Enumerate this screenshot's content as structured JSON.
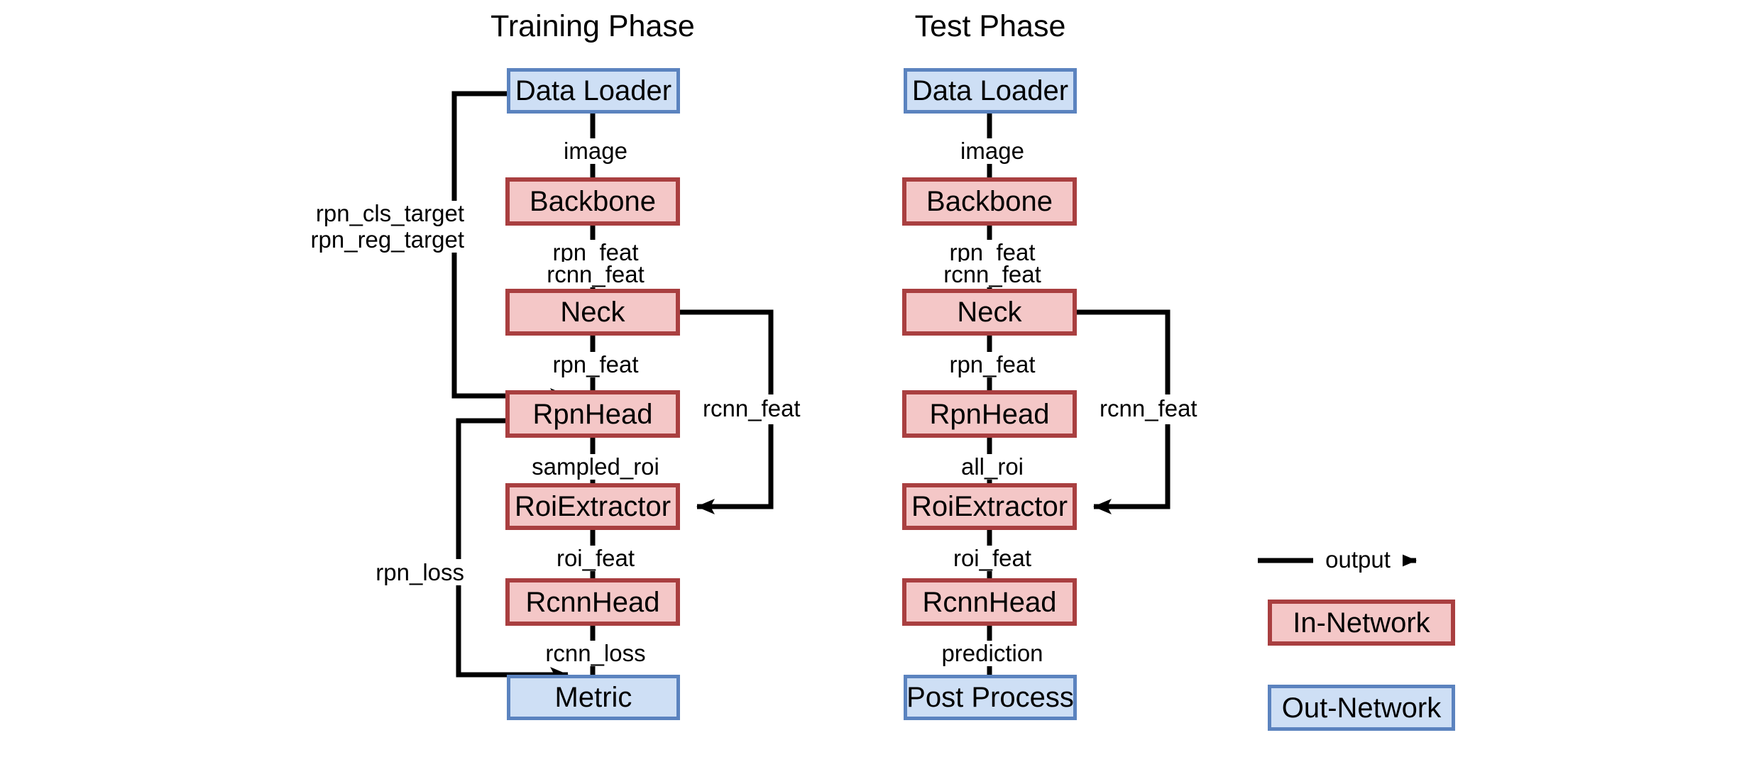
{
  "diagram": {
    "title_training": "Training Phase",
    "title_test": "Test Phase",
    "colors": {
      "in_network_fill": "#f4c7c7",
      "in_network_border": "#a93f40",
      "out_network_fill": "#cedff5",
      "out_network_border": "#5b83bf",
      "line": "#000000",
      "text": "#000000"
    }
  },
  "training": {
    "nodes": [
      {
        "id": "data-loader",
        "label": "Data Loader",
        "kind": "out-network"
      },
      {
        "id": "backbone",
        "label": "Backbone",
        "kind": "in-network"
      },
      {
        "id": "neck",
        "label": "Neck",
        "kind": "in-network"
      },
      {
        "id": "rpn-head",
        "label": "RpnHead",
        "kind": "in-network"
      },
      {
        "id": "roi-extractor",
        "label": "RoiExtractor",
        "kind": "in-network"
      },
      {
        "id": "rcnn-head",
        "label": "RcnnHead",
        "kind": "in-network"
      },
      {
        "id": "metric",
        "label": "Metric",
        "kind": "out-network"
      }
    ],
    "edge_labels": {
      "image": "image",
      "rpn_feat_top": "rpn_feat",
      "rcnn_feat_top": "rcnn_feat",
      "rpn_feat_mid": "rpn_feat",
      "sampled_roi": "sampled_roi",
      "roi_feat": "roi_feat",
      "rcnn_loss": "rcnn_loss",
      "rcnn_feat_side": "rcnn_feat",
      "rpn_cls_target": "rpn_cls_target",
      "rpn_reg_target": "rpn_reg_target",
      "rpn_loss": "rpn_loss"
    }
  },
  "test": {
    "nodes": [
      {
        "id": "data-loader",
        "label": "Data Loader",
        "kind": "out-network"
      },
      {
        "id": "backbone",
        "label": "Backbone",
        "kind": "in-network"
      },
      {
        "id": "neck",
        "label": "Neck",
        "kind": "in-network"
      },
      {
        "id": "rpn-head",
        "label": "RpnHead",
        "kind": "in-network"
      },
      {
        "id": "roi-extractor",
        "label": "RoiExtractor",
        "kind": "in-network"
      },
      {
        "id": "rcnn-head",
        "label": "RcnnHead",
        "kind": "in-network"
      },
      {
        "id": "post-process",
        "label": "Post Process",
        "kind": "out-network"
      }
    ],
    "edge_labels": {
      "image": "image",
      "rpn_feat_top": "rpn_feat",
      "rcnn_feat_top": "rcnn_feat",
      "rpn_feat_mid": "rpn_feat",
      "all_roi": "all_roi",
      "roi_feat": "roi_feat",
      "prediction": "prediction",
      "rcnn_feat_side": "rcnn_feat"
    }
  },
  "legend": {
    "output_label": "output",
    "in_network_label": "In-Network",
    "out_network_label": "Out-Network"
  }
}
